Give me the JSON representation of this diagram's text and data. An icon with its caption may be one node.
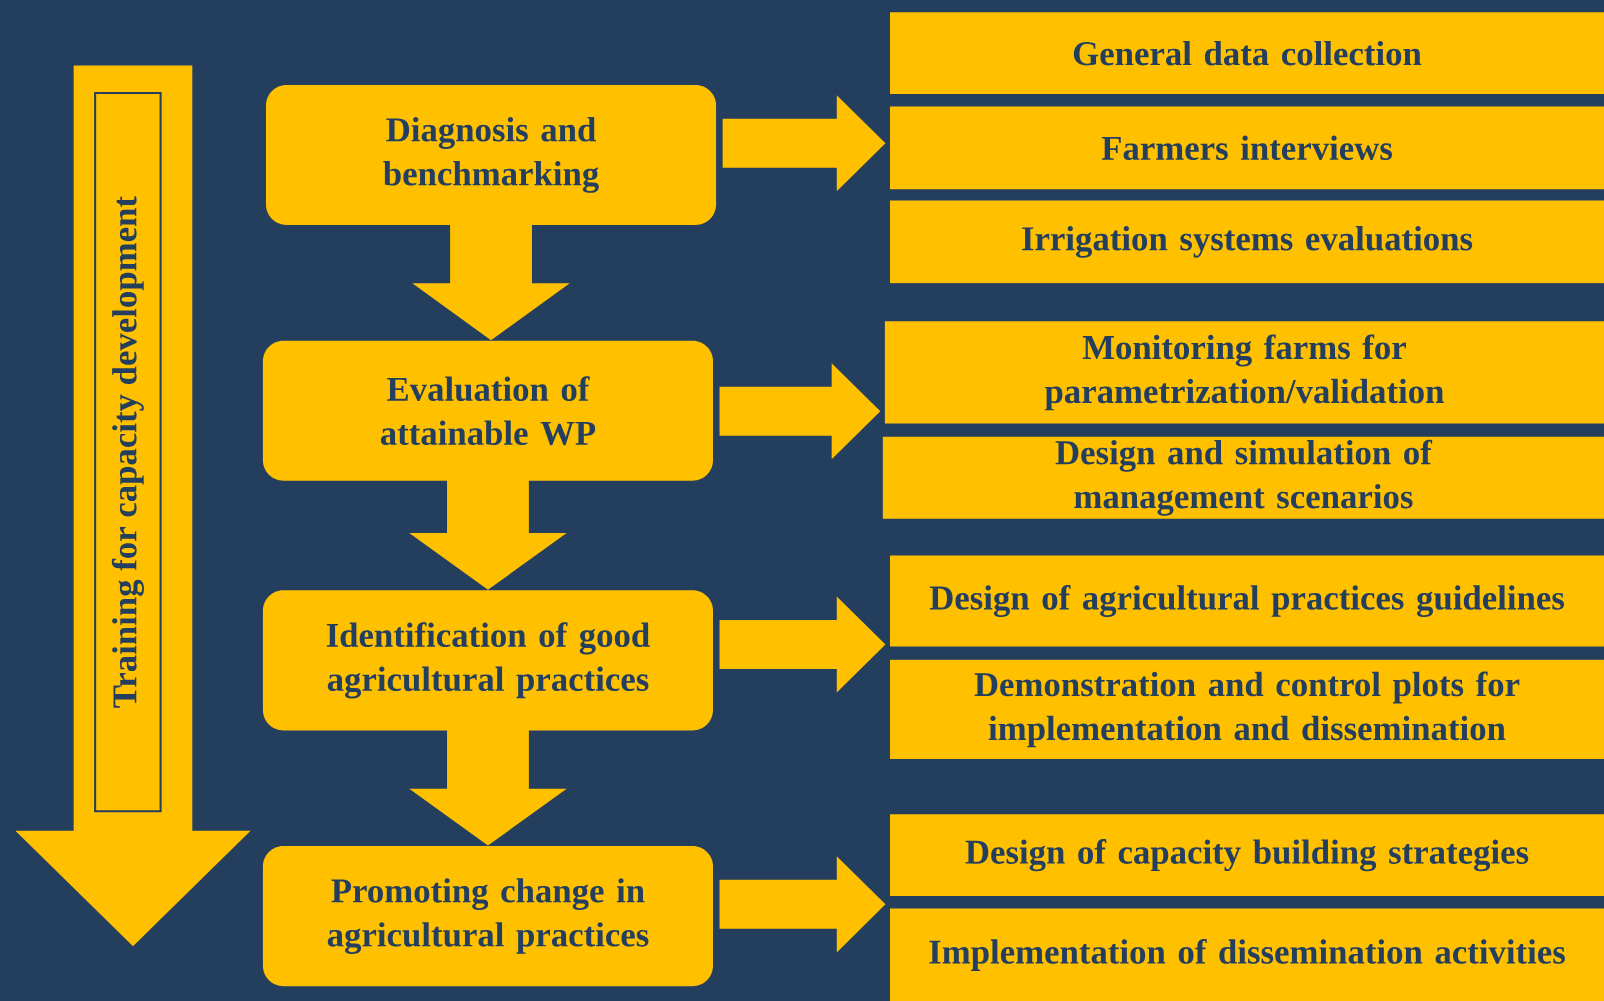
{
  "diagram": {
    "nodes": [
      {
        "text": [
          "Training for capacity development"
        ]
      },
      {
        "text": [
          "Diagnosis and benchmarking"
        ]
      },
      {
        "text": [
          "Evaluation of attainable WP"
        ]
      },
      {
        "text": [
          "Identification of good agricultural practices"
        ]
      },
      {
        "text": [
          "Promoting change in agricultural practices"
        ]
      },
      {
        "text": [
          "General data collection"
        ]
      },
      {
        "text": [
          "Farmers interviews"
        ]
      },
      {
        "text": [
          "Irrigation systems evaluations"
        ]
      },
      {
        "text": [
          "Monitoring farms for parametrization/validation"
        ]
      },
      {
        "text": [
          "Design and simulation of management scenarios"
        ]
      },
      {
        "text": [
          "Design of agricultural practices guidelines"
        ]
      },
      {
        "text": [
          "Demonstration and control plots for implementation and dissemination"
        ]
      },
      {
        "text": [
          "Design of capacity building strategies"
        ]
      },
      {
        "text": [
          "Implementation of dissemination activities"
        ]
      }
    ],
    "edges": [
      {
        "from": 1,
        "to": 2,
        "arrow": "to"
      },
      {
        "from": 2,
        "to": 3,
        "arrow": "to"
      },
      {
        "from": 3,
        "to": 4,
        "arrow": "to"
      },
      {
        "from": 1,
        "to": 6,
        "arrow": "to"
      },
      {
        "from": 2,
        "to": 8,
        "arrow": "to"
      },
      {
        "from": 3,
        "to": 10,
        "arrow": "to"
      },
      {
        "from": 4,
        "to": 12,
        "arrow": "to"
      }
    ]
  }
}
